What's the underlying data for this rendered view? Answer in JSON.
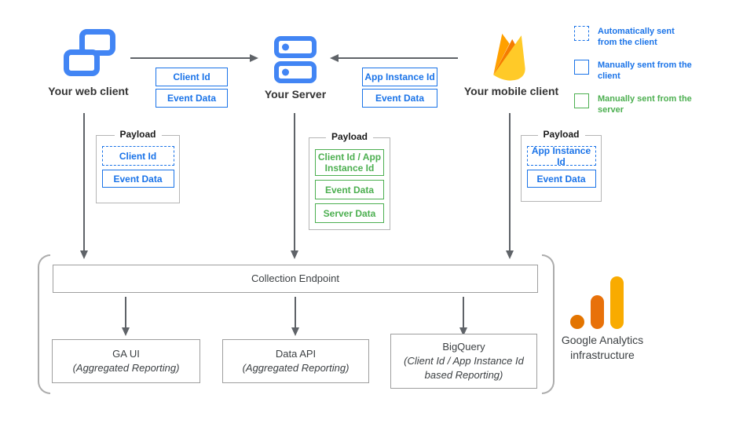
{
  "clients": {
    "web": {
      "label": "Your web client"
    },
    "server": {
      "label": "Your Server"
    },
    "mobile": {
      "label": "Your mobile client"
    }
  },
  "flow_chips": {
    "web_to_server": [
      "Client Id",
      "Event Data"
    ],
    "mobile_to_server": [
      "App Instance Id",
      "Event Data"
    ]
  },
  "payloads": {
    "web": {
      "title": "Payload",
      "items": [
        {
          "label": "Client Id",
          "style": "automatically-sent-from-client"
        },
        {
          "label": "Event Data",
          "style": "manually-sent-from-client"
        }
      ]
    },
    "server": {
      "title": "Payload",
      "items": [
        {
          "label": "Client Id / App Instance Id",
          "style": "manually-sent-from-server"
        },
        {
          "label": "Event Data",
          "style": "manually-sent-from-server"
        },
        {
          "label": "Server Data",
          "style": "manually-sent-from-server"
        }
      ]
    },
    "mobile": {
      "title": "Payload",
      "items": [
        {
          "label": "App Instance Id",
          "style": "automatically-sent-from-client"
        },
        {
          "label": "Event Data",
          "style": "manually-sent-from-client"
        }
      ]
    }
  },
  "legend": {
    "items": [
      {
        "label": "Automatically sent from the client",
        "swatch": "dashed-blue",
        "color": "#1A73E8"
      },
      {
        "label": "Manually sent from the client",
        "swatch": "solid-blue",
        "color": "#1A73E8"
      },
      {
        "label": "Manually sent from the server",
        "swatch": "solid-green",
        "color": "#4CAF50"
      }
    ]
  },
  "infrastructure": {
    "endpoint_label": "Collection Endpoint",
    "outputs": [
      {
        "title": "GA UI",
        "subtitle": "(Aggregated Reporting)"
      },
      {
        "title": "Data API",
        "subtitle": "(Aggregated Reporting)"
      },
      {
        "title": "BigQuery",
        "subtitle": "(Client Id / App Instance Id based Reporting)"
      }
    ],
    "caption": "Google Analytics infrastructure"
  },
  "colors": {
    "blue_accent": "#1A73E8",
    "green_accent": "#4CAF50",
    "icon_blue": "#4285F4",
    "arrow_gray": "#5F6368",
    "box_border_gray": "#9E9E9E",
    "firebase_amber": "#FFCA28",
    "firebase_orange": "#FFA000",
    "firebase_deep_orange": "#F57C00",
    "ga_amber": "#F9AB00",
    "ga_orange": "#E8710A",
    "ga_dark_orange": "#E37400"
  }
}
